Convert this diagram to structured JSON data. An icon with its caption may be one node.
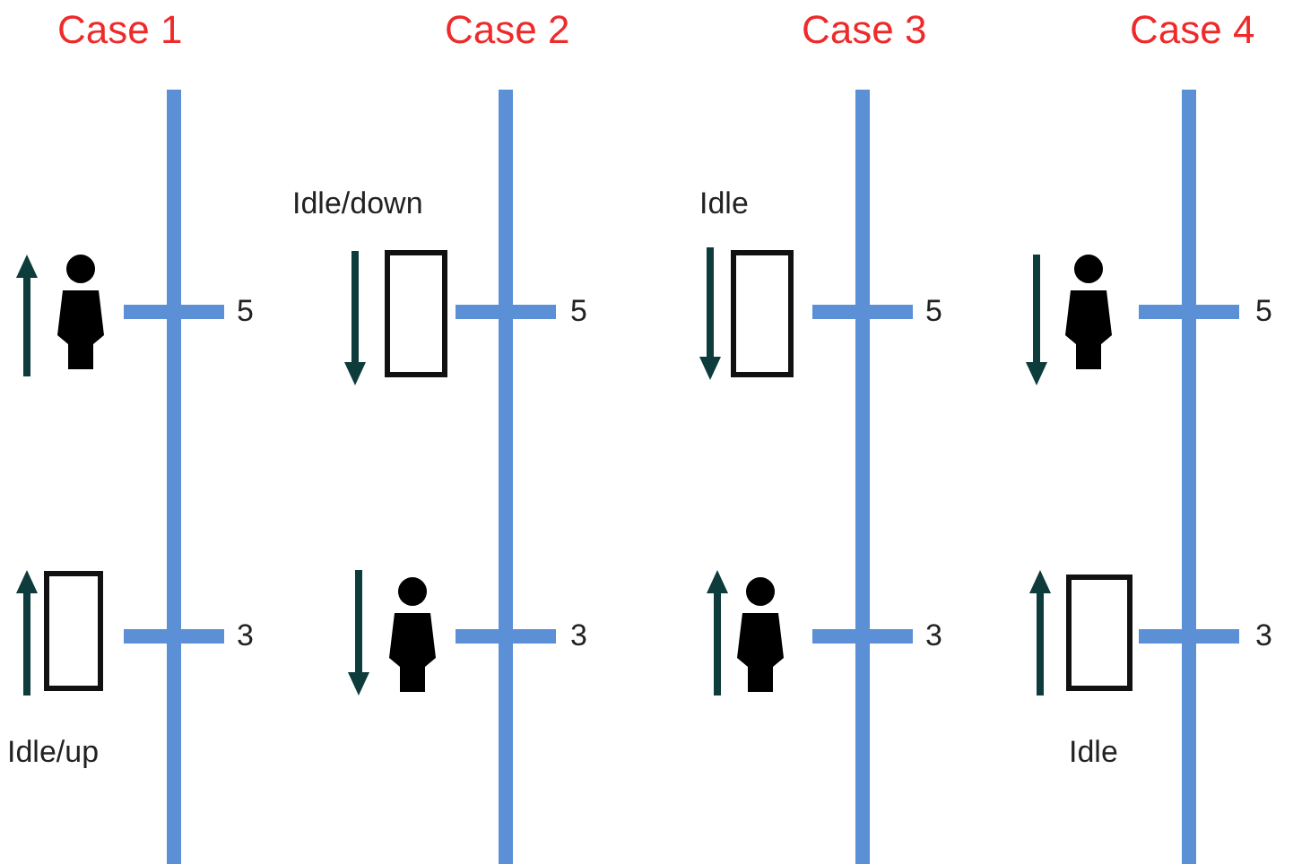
{
  "diagram": {
    "labels": [
      "Case 1",
      "Case 2",
      "Case 3",
      "Case 4",
      "Idle/down",
      "Idle",
      "5",
      "5",
      "5",
      "5",
      "3",
      "3",
      "3",
      "3",
      "Idle/up",
      "Idle"
    ]
  }
}
